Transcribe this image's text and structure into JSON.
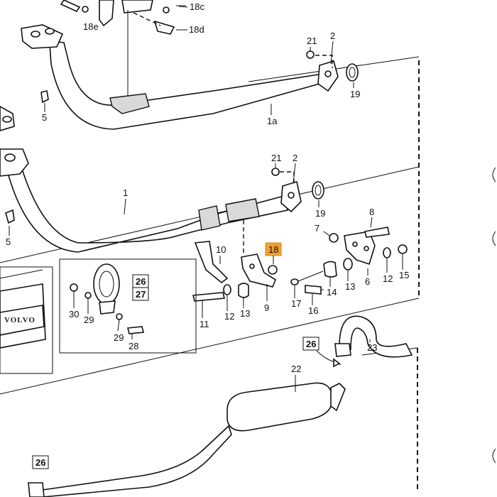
{
  "callouts": {
    "p18c": "18c",
    "p18d": "18d",
    "p18e": "18e",
    "p21a": "21",
    "p2a": "2",
    "p19a": "19",
    "p5a": "5",
    "p1a": "1a",
    "p21b": "21",
    "p2b": "2",
    "p19b": "19",
    "p1": "1",
    "p5b": "5",
    "p8": "8",
    "p7": "7",
    "p10": "10",
    "p18": "18",
    "p6": "6",
    "p12a": "12",
    "p15": "15",
    "p13a": "13",
    "p14": "14",
    "p9": "9",
    "p17": "17",
    "p16": "16",
    "p11": "11",
    "p12b": "12",
    "p13b": "13",
    "p26a": "26",
    "p27": "27",
    "p30": "30",
    "p29a": "29",
    "p29b": "29",
    "p28": "28",
    "p26b": "26",
    "p23": "23",
    "p22": "22",
    "p26c": "26"
  },
  "brand_mark": "VOLVO",
  "highlight_color": "#f0a030"
}
